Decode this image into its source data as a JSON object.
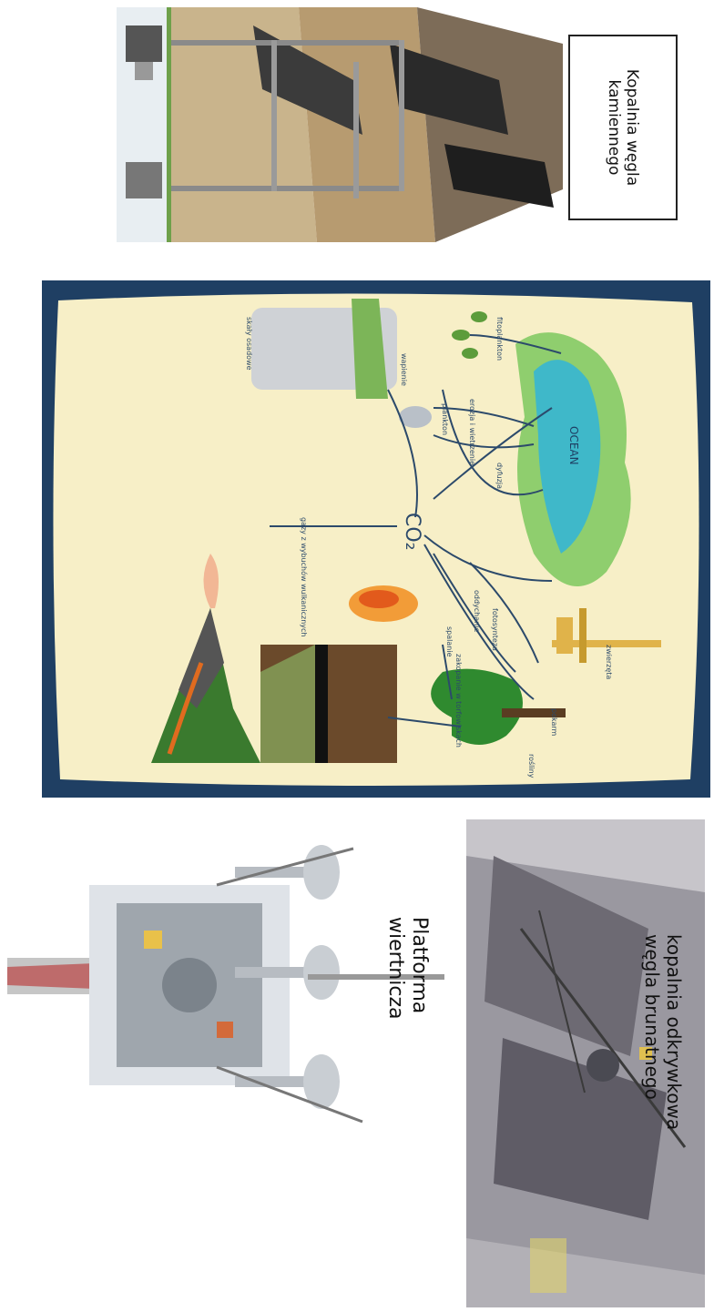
{
  "coal_mine": {
    "label_line1": "Kopalnia węgla",
    "label_line2": "kamiennego"
  },
  "carbon_cycle": {
    "co2_label": "CO₂",
    "ocean_label": "OCEAN",
    "arrow_labels": [
      "gazy z wybuchów wulkanicznych",
      "spalanie",
      "oddychanie",
      "fotosynteza",
      "pokarm",
      "zakopanie w torfowiskach",
      "dyfuzja",
      "erozja i wietrzenie",
      "wapienie",
      "plankton",
      "fitoplankton",
      "rośliny",
      "zwierzęta",
      "skały osadowe"
    ]
  },
  "oil_platform": {
    "label_line1": "Platforma",
    "label_line2": "wiertnicza"
  },
  "lignite_mine": {
    "label_line1": "kopalnia odkrywkowa",
    "label_line2": "węgla brunatnego"
  },
  "colors": {
    "frame_blue": "#1f3f63",
    "parchment": "#f7efc7",
    "ocean": "#3fb8c9",
    "land_green": "#7fbf5a",
    "arrow": "#2c4a6b"
  }
}
